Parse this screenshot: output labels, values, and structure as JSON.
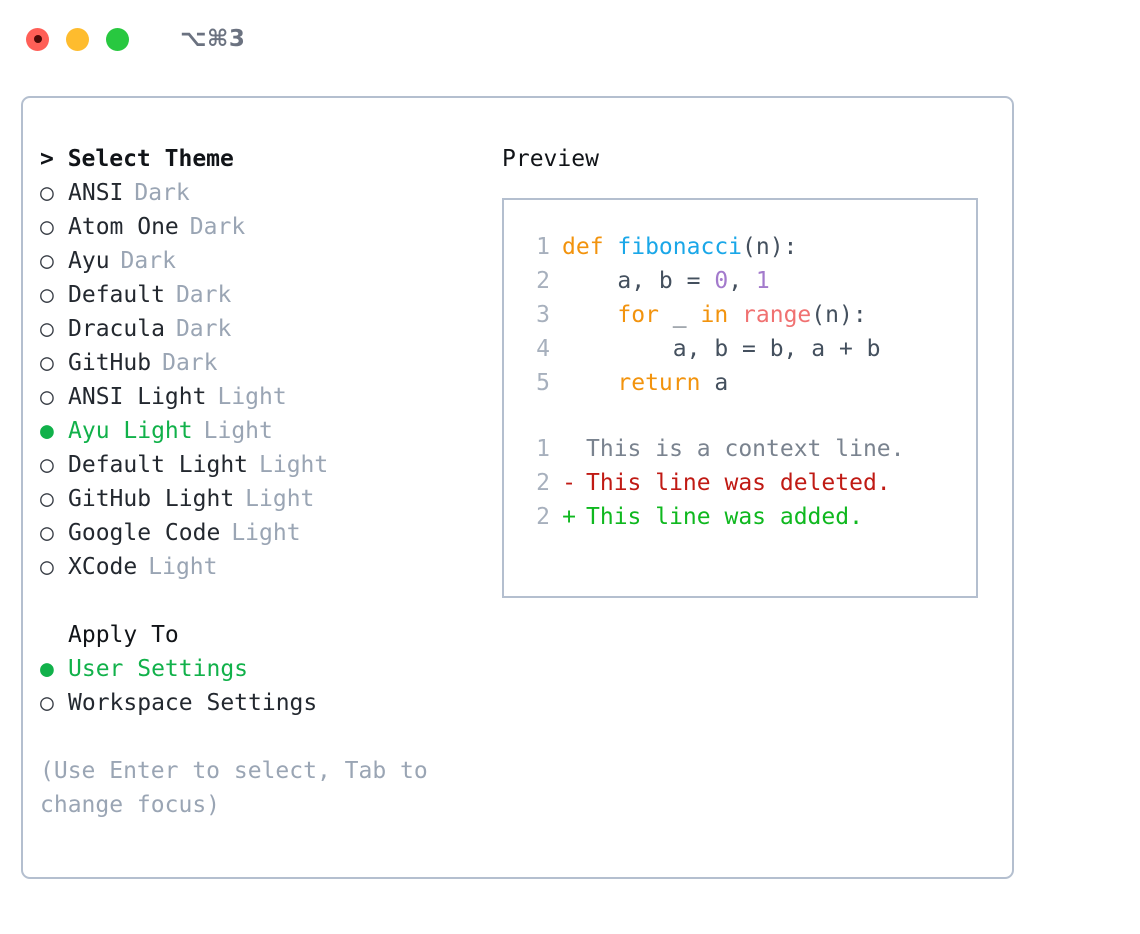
{
  "titlebar": {
    "shortcut": "⌥⌘3",
    "dots": [
      "traffic-light-close",
      "traffic-light-minimize",
      "traffic-light-zoom"
    ]
  },
  "theme_picker": {
    "heading": "> Select Theme",
    "options": [
      {
        "label": "ANSI",
        "tag": "Dark",
        "selected": false
      },
      {
        "label": "Atom One",
        "tag": "Dark",
        "selected": false
      },
      {
        "label": "Ayu",
        "tag": "Dark",
        "selected": false
      },
      {
        "label": "Default",
        "tag": "Dark",
        "selected": false
      },
      {
        "label": "Dracula",
        "tag": "Dark",
        "selected": false
      },
      {
        "label": "GitHub",
        "tag": "Dark",
        "selected": false
      },
      {
        "label": "ANSI Light",
        "tag": "Light",
        "selected": false
      },
      {
        "label": "Ayu Light",
        "tag": "Light",
        "selected": true
      },
      {
        "label": "Default Light",
        "tag": "Light",
        "selected": false
      },
      {
        "label": "GitHub Light",
        "tag": "Light",
        "selected": false
      },
      {
        "label": "Google Code",
        "tag": "Light",
        "selected": false
      },
      {
        "label": "XCode",
        "tag": "Light",
        "selected": false
      }
    ]
  },
  "apply_to": {
    "heading": "Apply To",
    "options": [
      {
        "label": "User Settings",
        "selected": true
      },
      {
        "label": "Workspace Settings",
        "selected": false
      }
    ]
  },
  "hint": "(Use Enter to select, Tab to change focus)",
  "bullets": {
    "selected": "●",
    "unselected": "○"
  },
  "preview": {
    "heading": "Preview",
    "code_lines": [
      {
        "no": "1",
        "tokens": [
          {
            "t": "def ",
            "c": "kw"
          },
          {
            "t": "fibonacci",
            "c": "fn"
          },
          {
            "t": "(n):",
            "c": "punc"
          }
        ]
      },
      {
        "no": "2",
        "tokens": [
          {
            "t": "    a, b = ",
            "c": "pl"
          },
          {
            "t": "0",
            "c": "num"
          },
          {
            "t": ", ",
            "c": "pl"
          },
          {
            "t": "1",
            "c": "num"
          }
        ]
      },
      {
        "no": "3",
        "tokens": [
          {
            "t": "    for ",
            "c": "kw"
          },
          {
            "t": "_ ",
            "c": "pl"
          },
          {
            "t": "in ",
            "c": "kw"
          },
          {
            "t": "range",
            "c": "bi"
          },
          {
            "t": "(n):",
            "c": "punc"
          }
        ]
      },
      {
        "no": "4",
        "tokens": [
          {
            "t": "        a, b = b, a + b",
            "c": "pl"
          }
        ]
      },
      {
        "no": "5",
        "tokens": [
          {
            "t": "    return ",
            "c": "kw"
          },
          {
            "t": "a",
            "c": "pl"
          }
        ]
      }
    ],
    "diff_lines": [
      {
        "no": "1",
        "mark": " ",
        "text": "This is a context line.",
        "kind": "ctx"
      },
      {
        "no": "2",
        "mark": "-",
        "text": "This line was deleted.",
        "kind": "del"
      },
      {
        "no": "2",
        "mark": "+",
        "text": "This line was added.",
        "kind": "add"
      }
    ]
  },
  "colors": {
    "accent_green": "#11b14a",
    "keyword_orange": "#f2930d",
    "function_blue": "#1aa7e8",
    "builtin_red": "#f07171",
    "number_purple": "#a37acc",
    "muted_grey": "#9aa5b4",
    "border": "#b4bfcf",
    "diff_delete": "#c01a14",
    "diff_add": "#0fb81f"
  }
}
